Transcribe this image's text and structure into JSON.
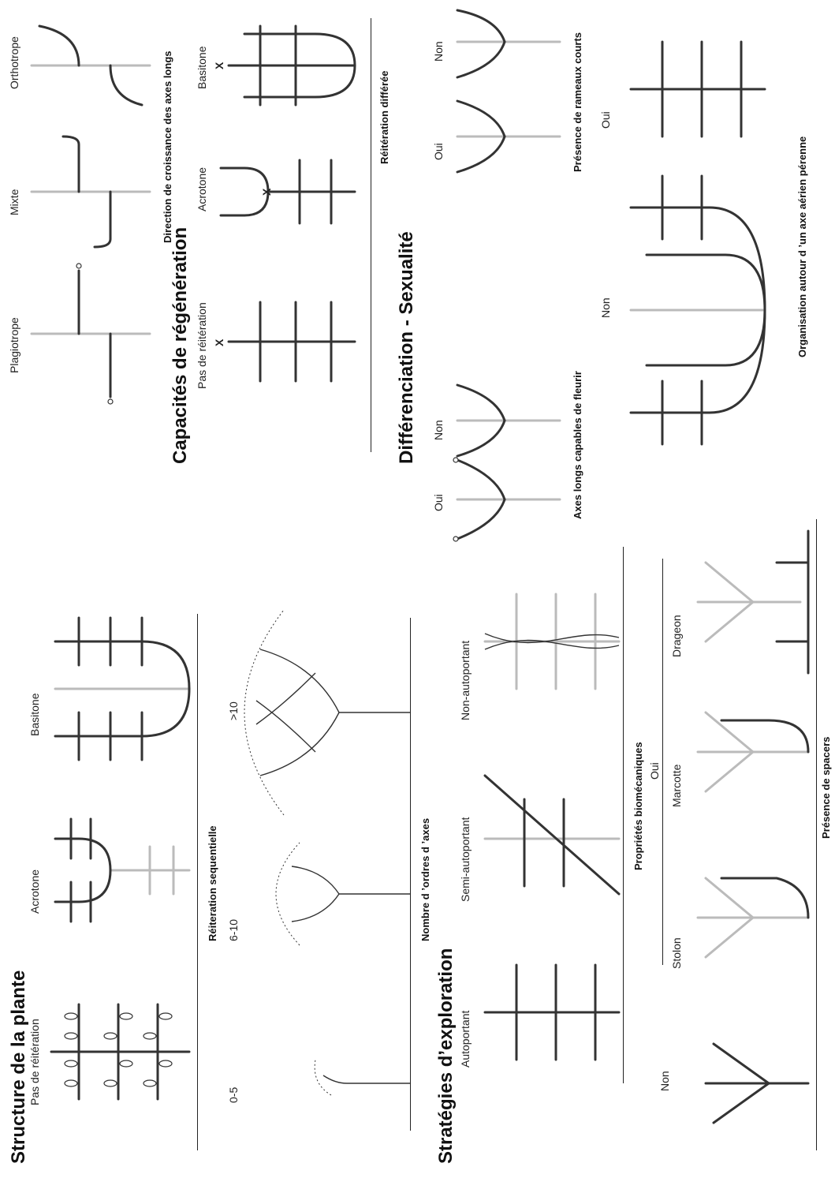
{
  "structure": {
    "title": "Structure de la plante",
    "labels": [
      "Pas de réitération",
      "Acrotone",
      "Basitone"
    ],
    "caption": "Réiteration sequentielle"
  },
  "orders": {
    "labels": [
      "0-5",
      "6-10",
      ">10"
    ],
    "caption": "Nombre d ’ordres d ’axes"
  },
  "exploration": {
    "title": "Stratégies d’exploration",
    "labels": [
      "Autoportant",
      "Semi-autoportant",
      "Non-autoportant"
    ],
    "caption": "Propriétés biomécaniques"
  },
  "spacers": {
    "non_label": "Non",
    "oui_label": "Oui",
    "labels": [
      "Stolon",
      "Marcotte",
      "Drageon"
    ],
    "caption": "Présence de spacers"
  },
  "growth": {
    "labels": [
      "Plagiotrope",
      "Mixte",
      "Orthotrope"
    ],
    "caption": "Direction de croissance des axes longs"
  },
  "regeneration": {
    "title": "Capacités de régénération",
    "labels": [
      "Pas de réitération",
      "Acrotone",
      "Basitone"
    ],
    "caption": "Réitération différée",
    "marks": [
      "X",
      "X",
      "X"
    ]
  },
  "differentiation": {
    "title": "Différenciation - Sexualité",
    "flower_labels": [
      "Oui",
      "Non"
    ],
    "flower_caption": "Axes longs capables de fleurir",
    "short_labels": [
      "Oui",
      "Non"
    ],
    "short_caption": "Présence de rameaux courts"
  },
  "perennial": {
    "labels": [
      "Non",
      "Oui"
    ],
    "caption": "Organisation autour d ’un axe aérien pérenne"
  }
}
